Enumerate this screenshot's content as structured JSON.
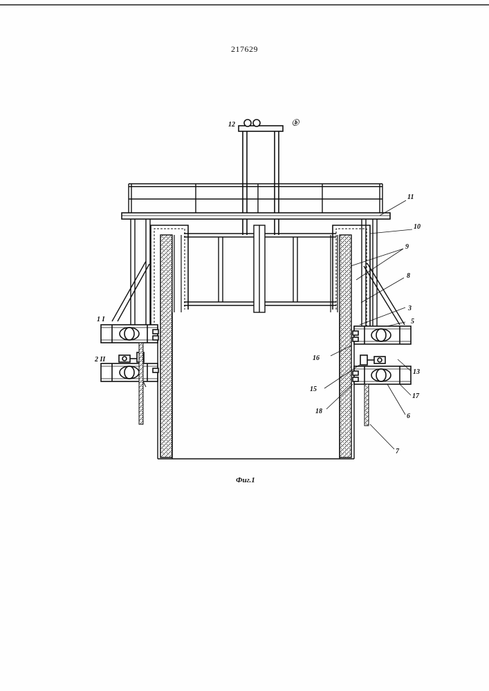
{
  "document": {
    "number": "217629",
    "figure_caption": "Фиг.1",
    "view_mark": "ⓑ"
  },
  "labels": {
    "l1": "1 I",
    "l2": "2 II",
    "l3": "3",
    "l5": "5",
    "l6": "6",
    "l7": "7",
    "l8": "8",
    "l9": "9",
    "l10": "10",
    "l11": "11",
    "l12": "12",
    "l13": "13",
    "l15": "15",
    "l16": "16",
    "l17": "17",
    "l18": "18"
  }
}
